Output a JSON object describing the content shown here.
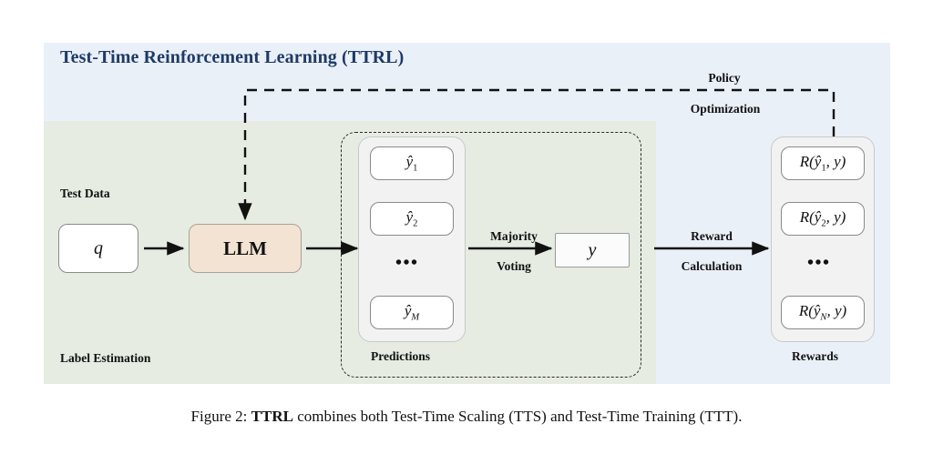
{
  "figure": {
    "title": "Test-Time Reinforcement Learning (TTRL)",
    "title_color": "#1f3a68",
    "caption_prefix": "Figure 2: ",
    "caption_bold": "TTRL",
    "caption_rest": " combines both Test-Time Scaling (TTS) and Test-Time Training (TTT).",
    "panel_blue_color": "#eaf0f7",
    "panel_green_color": "#e6ece2",
    "llm_box_color": "#f2e3d2"
  },
  "labels": {
    "test_data": "Test Data",
    "label_estimation": "Label Estimation",
    "predictions": "Predictions",
    "rewards": "Rewards",
    "majority_line1": "Majority",
    "majority_line2": "Voting",
    "reward_line1": "Reward",
    "reward_line2": "Calculation",
    "policy_line1": "Policy",
    "policy_line2": "Optimization"
  },
  "nodes": {
    "query": "q",
    "llm": "LLM",
    "voted_answer": "y"
  },
  "predictions": {
    "items": [
      "ŷ1",
      "ŷ2",
      "ŷM"
    ],
    "ellipsis": "•••",
    "subscripts": [
      "1",
      "2",
      "M"
    ],
    "symbol": "ŷ"
  },
  "rewards": {
    "items": [
      "R(ŷ1, y)",
      "R(ŷ2, y)",
      "R(ŷN, y)"
    ],
    "ellipsis": "•••",
    "subscripts": [
      "1",
      "2",
      "N"
    ],
    "fn": "R",
    "symbol": "ŷ",
    "target": "y"
  }
}
